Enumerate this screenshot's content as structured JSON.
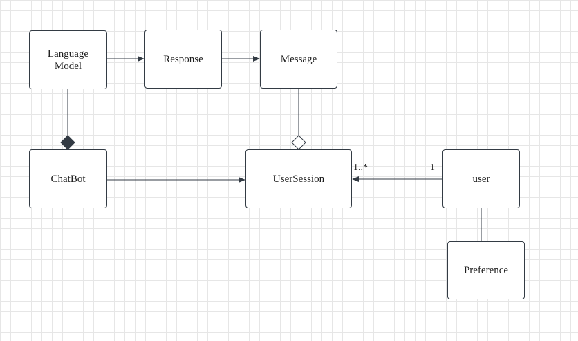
{
  "diagram": {
    "nodes": {
      "language_model": "Language\nModel",
      "response": "Response",
      "message": "Message",
      "chatbot": "ChatBot",
      "user_session": "UserSession",
      "user": "user",
      "preference": "Preference"
    },
    "multiplicities": {
      "session_end": "1..*",
      "user_end": "1"
    },
    "relationships": [
      {
        "from": "Language Model",
        "to": "Response",
        "kind": "directed-association"
      },
      {
        "from": "Response",
        "to": "Message",
        "kind": "directed-association"
      },
      {
        "from": "ChatBot",
        "to": "Language Model",
        "kind": "composition"
      },
      {
        "from": "UserSession",
        "to": "Message",
        "kind": "aggregation"
      },
      {
        "from": "ChatBot",
        "to": "UserSession",
        "kind": "directed-association"
      },
      {
        "from": "user",
        "to": "UserSession",
        "kind": "directed-association"
      },
      {
        "from": "user",
        "to": "Preference",
        "kind": "association"
      }
    ],
    "colors": {
      "line": "#333b44",
      "border": "#333b44",
      "grid": "#e6e6e6",
      "text": "#1f1f1f"
    }
  }
}
